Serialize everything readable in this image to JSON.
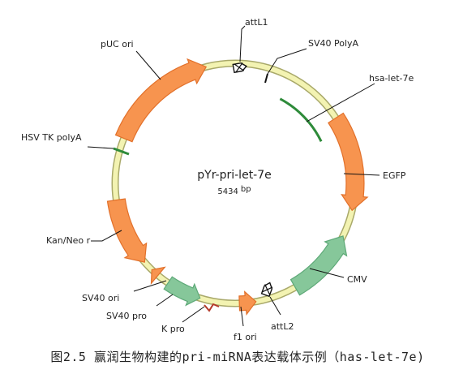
{
  "plasmid": {
    "name": "pYr-pri-let-7e",
    "size_value": "5434",
    "size_unit": "bp"
  },
  "features": {
    "attL1": "attL1",
    "sv40_polya": "SV40 PolyA",
    "hsa_let_7e": "hsa-let-7e",
    "egfp": "EGFP",
    "cmv": "CMV",
    "attL2": "attL2",
    "f1_ori": "f1 ori",
    "k_pro": "K pro",
    "sv40_pro": "SV40 pro",
    "sv40_ori": "SV40 ori",
    "kan_neo_r": "Kan/Neo r",
    "hsv_tk_polya": "HSV TK polyA",
    "puc_ori": "pUC ori"
  },
  "caption": "图2.5 赢润生物构建的pri-miRNA表达载体示例（has-let-7e)",
  "colors": {
    "backbone_fill": "#f3f3b2",
    "backbone_stroke": "#a9a96a",
    "orange_fill": "#f7944f",
    "orange_stroke": "#e2702a",
    "green_fill": "#86c79a",
    "green_stroke": "#5ea978",
    "marker_green": "#2e8b3a",
    "marker_red": "#b53a2a"
  }
}
